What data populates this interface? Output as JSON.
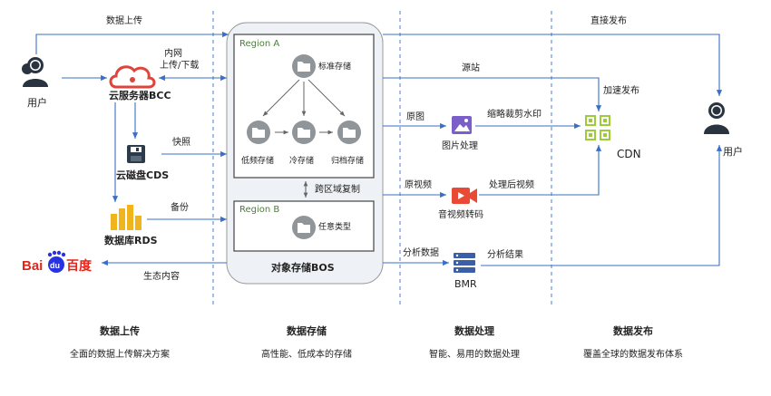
{
  "top": {
    "data_upload": "数据上传",
    "direct_publish": "直接发布"
  },
  "left": {
    "user_left": "用户",
    "intranet": "内网",
    "up_down": "上传/下载",
    "bcc": "云服务器BCC",
    "snapshot": "快照",
    "cds": "云磁盘CDS",
    "backup": "备份",
    "rds": "数据库RDS",
    "eco": "生态内容",
    "baidu_latin": "Bai",
    "baidu_paw": "du",
    "baidu_cn": "百度"
  },
  "bos": {
    "region_a": "Region A",
    "standard": "标准存储",
    "low_freq": "低频存储",
    "cold": "冷存储",
    "archive": "归档存储",
    "cross_region": "跨区域复制",
    "region_b": "Region B",
    "any_type": "任意类型",
    "title": "对象存储BOS"
  },
  "process": {
    "origin_site": "源站",
    "accelerate": "加速发布",
    "orig_image": "原图",
    "thumb_crop_wm": "缩略裁剪水印",
    "image_proc": "图片处理",
    "orig_video": "原视频",
    "processed_video": "处理后视频",
    "av_transcode": "音视频转码",
    "analysis_data": "分析数据",
    "analysis_result": "分析结果",
    "bmr": "BMR",
    "cdn": "CDN",
    "user_right": "用户"
  },
  "footer": [
    {
      "title": "数据上传",
      "sub": "全面的数据上传解决方案"
    },
    {
      "title": "数据存储",
      "sub": "高性能、低成本的存储"
    },
    {
      "title": "数据处理",
      "sub": "智能、易用的数据处理"
    },
    {
      "title": "数据发布",
      "sub": "覆盖全球的数据发布体系"
    }
  ],
  "colors": {
    "arrow": "#3a6fc6",
    "divider": "#4a7fd0",
    "bos_fill": "#eef2f6",
    "region_fill": "#ffffff",
    "folder_circle": "#8f9599",
    "region_green": "#4a7f3a",
    "bcc_red": "#e0433a",
    "rds_yellow": "#f0b41c",
    "img_purple": "#7b5fc9",
    "video_red": "#e84a35",
    "bmr_blue": "#3a5fa8",
    "cdn_green": "#9ccc3a",
    "baidu_red": "#e1251b",
    "baidu_blue": "#2932e1"
  }
}
